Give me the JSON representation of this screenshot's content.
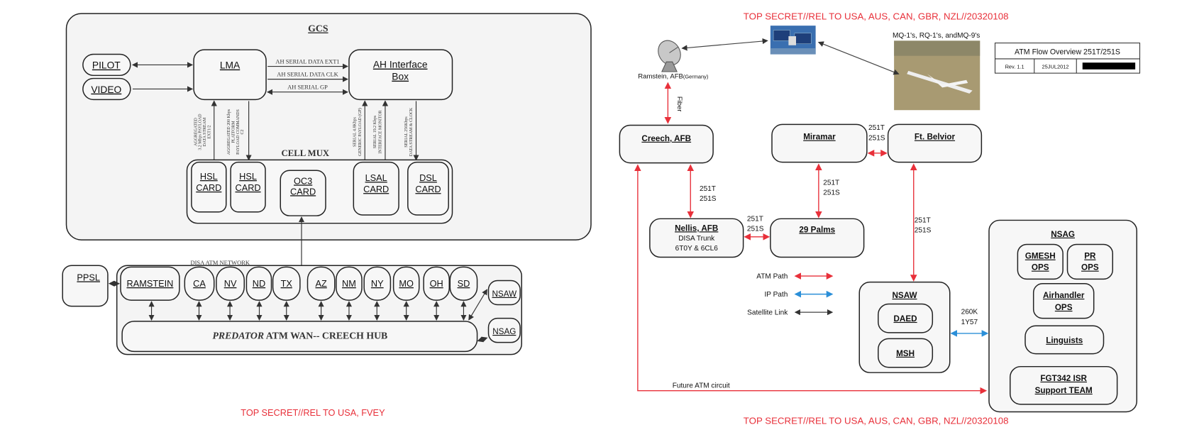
{
  "left": {
    "gcs_label": "GCS",
    "pilot": "PILOT",
    "video": "VIDEO",
    "lma": "LMA",
    "ah_box_line1": "AH Interface",
    "ah_box_line2": "Box",
    "serial_links": [
      "AH SERIAL DATA EXT1",
      "AH SERIAL DATA CLK",
      "AH SERIAL GP"
    ],
    "vertical_labels": {
      "agg32": [
        "AGGREGATED",
        "3.2 Mbps PAYLOAD",
        "DATA STREAM",
        "EXT1/2"
      ],
      "agg200": [
        "AGGREGATED 200 Kbps",
        "PLATFORM",
        "PAYLOAD COMMANDS",
        "C2"
      ],
      "serial48": [
        "SERIAL 4.8Kbps",
        "GENERIC PAYLOAD (GP)"
      ],
      "serial192": [
        "SERIAL 19.2 Kbps",
        "INTERFACE MONITOR"
      ],
      "serial256": [
        "SERIAL 256Kbps",
        "DATA STREAM & CLOCK"
      ]
    },
    "cell_mux": "CELL MUX",
    "cards": [
      {
        "l1": "HSL",
        "l2": "CARD"
      },
      {
        "l1": "HSL",
        "l2": "CARD"
      },
      {
        "l1": "OC3",
        "l2": "CARD"
      },
      {
        "l1": "LSAL",
        "l2": "CARD"
      },
      {
        "l1": "DSL",
        "l2": "CARD"
      }
    ],
    "disa_label": "DISA ATM NETWORK",
    "ppsl": "PPSL",
    "nodes": [
      "RAMSTEIN",
      "CA",
      "NV",
      "ND",
      "TX",
      "AZ",
      "NM",
      "NY",
      "MO",
      "OH",
      "SD"
    ],
    "nsaw": "NSAW",
    "nsag": "NSAG",
    "hub_italic": "PREDATOR",
    "hub_rest": " ATM WAN-- CREECH HUB",
    "classification": "TOP SECRET//REL TO USA, FVEY"
  },
  "right": {
    "classification_top": "TOP SECRET//REL TO USA, AUS, CAN, GBR, NZL//20320108",
    "classification_bottom": "TOP SECRET//REL TO USA, AUS, CAN, GBR, NZL//20320108",
    "ramstein": "Ramstein, AFB",
    "ramstein_sub": "(Germany)",
    "drones": "MQ-1's, RQ-1's, andMQ-9's",
    "title_table": {
      "title": "ATM Flow Overview 251T/251S",
      "rev": "Rev. 1.1",
      "date": "25JUL2012"
    },
    "fiber": "Fiber",
    "sites": {
      "creech": "Creech, AFB",
      "miramar": "Miramar",
      "belvior": "Ft. Belvior",
      "nellis": "Nellis, AFB",
      "nellis_sub1": "DISA Trunk",
      "nellis_sub2": "6T0Y & 6CL6",
      "palms": "29 Palms"
    },
    "circuit_t": "251T",
    "circuit_s": "251S",
    "legend": {
      "atm": "ATM Path",
      "ip": "IP Path",
      "sat": "Satellite Link"
    },
    "nsaw": {
      "title": "NSAW",
      "daed": "DAED",
      "msh": "MSH"
    },
    "link_260k": "260K",
    "link_1y57": "1Y57",
    "nsag": {
      "title": "NSAG",
      "gmesh1": "GMESH",
      "gmesh2": "OPS",
      "pr1": "PR",
      "pr2": "OPS",
      "air1": "Airhandler",
      "air2": "OPS",
      "ling": "Linguists",
      "fgt1": "FGT342 ISR",
      "fgt2": "Support TEAM"
    },
    "future": "Future ATM circuit"
  },
  "colors": {
    "atm": "#e8303a",
    "ip": "#2b8fd8",
    "sat": "#444444",
    "classification": "#e8303a"
  }
}
